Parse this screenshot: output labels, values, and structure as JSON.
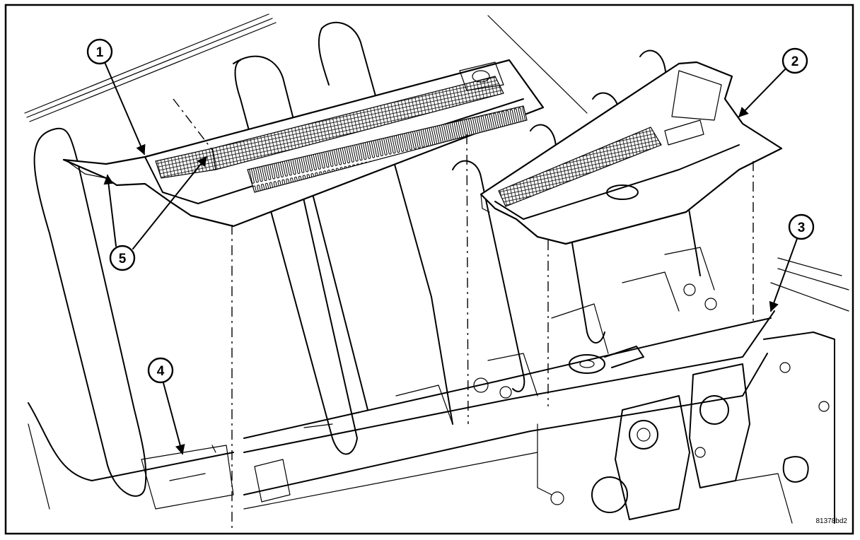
{
  "figure": {
    "callouts": [
      {
        "id": "callout-1",
        "label": "1"
      },
      {
        "id": "callout-2",
        "label": "2"
      },
      {
        "id": "callout-3",
        "label": "3"
      },
      {
        "id": "callout-4",
        "label": "4"
      },
      {
        "id": "callout-5",
        "label": "5"
      }
    ],
    "reference_code": "81378bd2"
  }
}
